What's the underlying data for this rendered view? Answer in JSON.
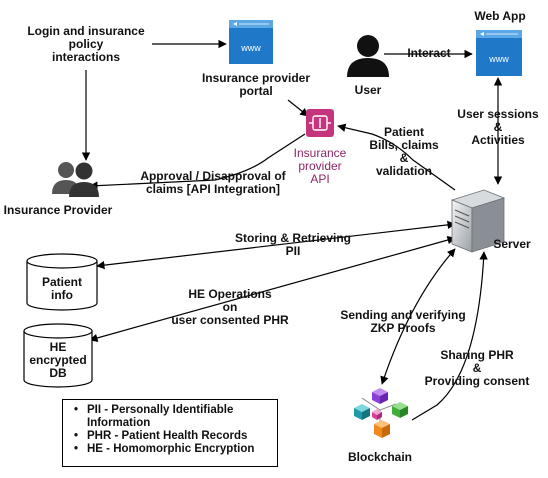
{
  "nodes": {
    "insurance_provider": "Insurance Provider",
    "insurance_portal": "Insurance provider\nportal",
    "insurance_api": "Insurance\nprovider\nAPI",
    "user": "User",
    "web_app": "Web App",
    "server": "Server",
    "patient_info": "Patient\ninfo",
    "he_db": "HE\nencrypted\nDB",
    "blockchain": "Blockchain",
    "www_text": "www"
  },
  "edges": {
    "login": "Login and insurance\npolicy\ninteractions",
    "approval": "Approval / Disapproval of\nclaims [API Integration]",
    "interact": "Interact",
    "patient_bills": "Patient\nBills, claims\n&\nvalidation",
    "user_sessions": "User sessions\n&\nActivities",
    "storing": "Storing & Retrieving\nPII",
    "he_ops": "HE Operations\non\nuser consented PHR",
    "zkp": "Sending and verifying\nZKP Proofs",
    "sharing": "Sharing PHR\n&\nProviding consent"
  },
  "legend": [
    "PII - Personally Identifiable\nInformation",
    "PHR - Patient Health Records",
    "HE - Homomorphic Encryption"
  ],
  "colors": {
    "www_blue": "#1f78c8",
    "api_pink": "#c5357e",
    "api_label": "#8e2668",
    "server_grey": "#8a8f96",
    "block_purple": "#8a3fd6",
    "block_green": "#3fae3a",
    "block_orange": "#f08a1c",
    "block_teal": "#1f9aa8"
  }
}
